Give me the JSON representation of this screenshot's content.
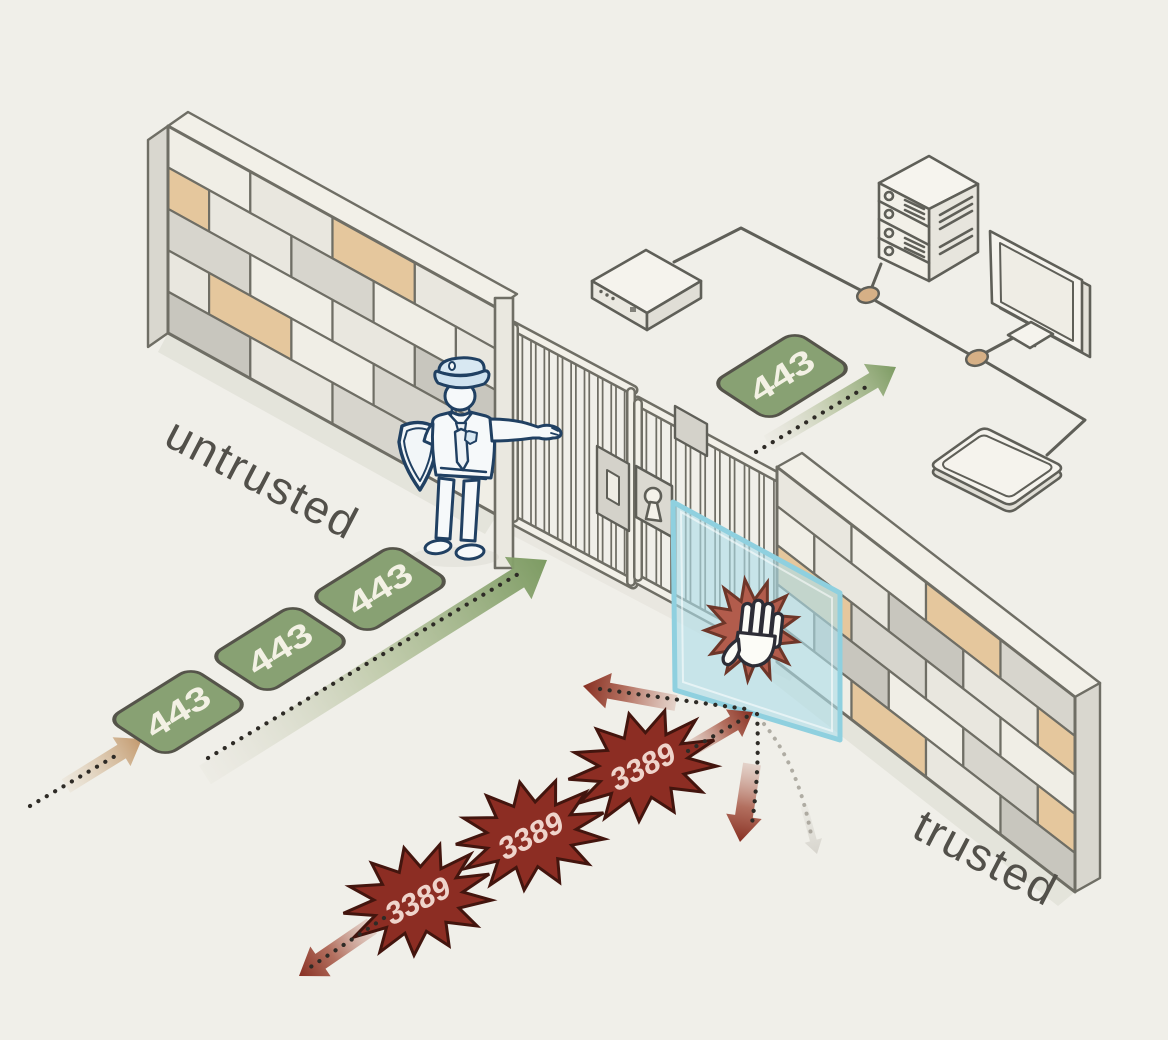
{
  "diagram": {
    "zones": {
      "untrusted": "untrusted",
      "trusted": "trusted"
    },
    "allowed": {
      "port": "443",
      "incoming_packets": [
        "443",
        "443",
        "443"
      ],
      "delivered_packet": "443"
    },
    "blocked": {
      "port": "3389",
      "packets": [
        "3389",
        "3389",
        "3389"
      ]
    },
    "colors": {
      "background": "#f0efe9",
      "allowed_green": "#88a173",
      "blocked_red": "#8c2d23",
      "shield_blue": "#aeddea",
      "brick_tan": "#e5c79d",
      "outline_ink": "#5f5f58",
      "guard_ink": "#204062"
    }
  }
}
